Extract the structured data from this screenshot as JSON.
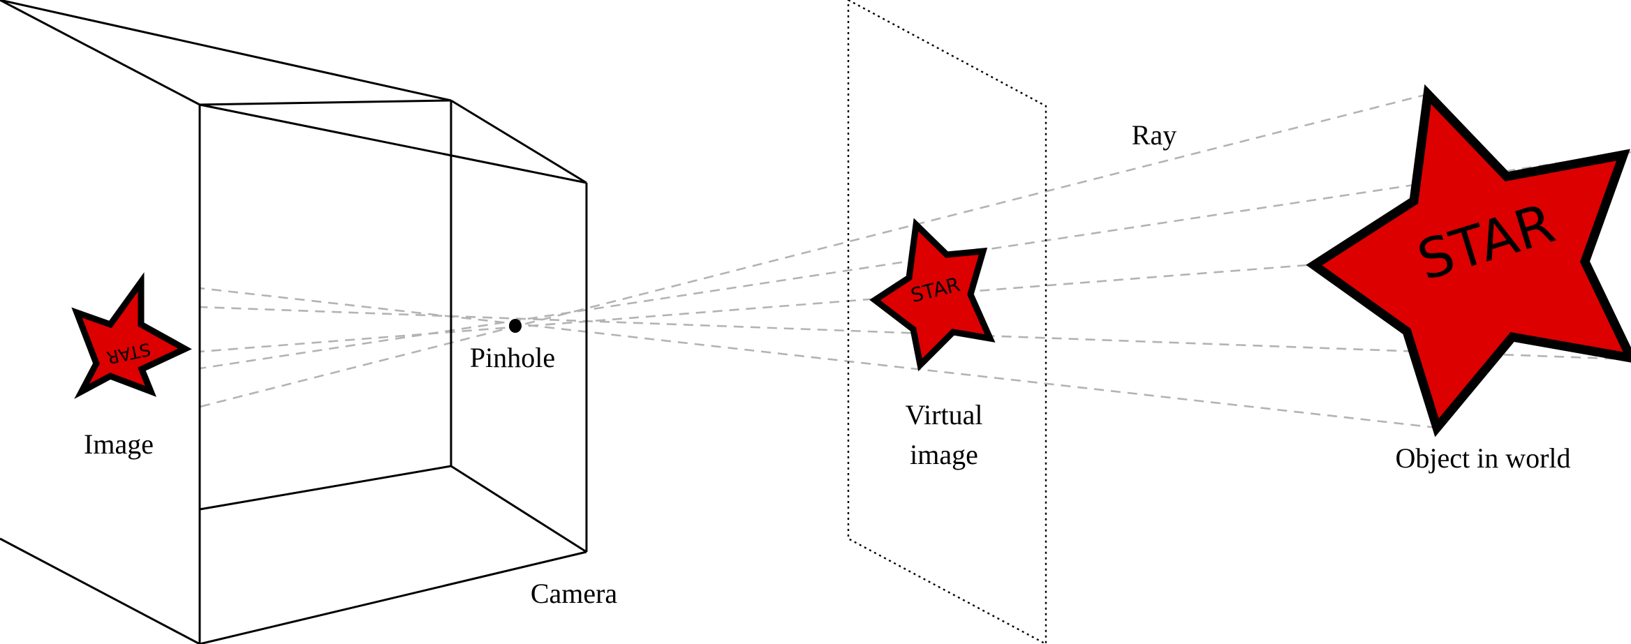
{
  "labels": {
    "image": "Image",
    "pinhole": "Pinhole",
    "camera": "Camera",
    "virtual_image_line1": "Virtual",
    "virtual_image_line2": "image",
    "ray": "Ray",
    "object": "Object in world"
  },
  "star_text": {
    "image": "STAR",
    "virtual": "STAR",
    "object": "STAR"
  },
  "colors": {
    "star_fill": "#dc0000",
    "outline": "#000000",
    "ray": "#b3b3b3"
  }
}
